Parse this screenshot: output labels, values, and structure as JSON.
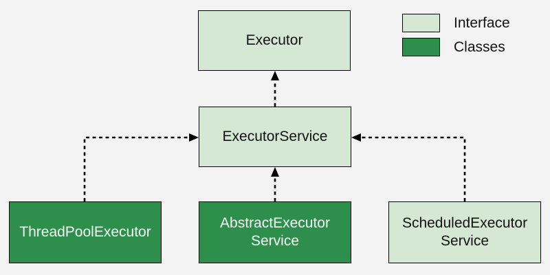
{
  "diagram": {
    "description": "Java Executor framework class hierarchy",
    "nodes": [
      {
        "id": "executor",
        "type": "interface",
        "lines": [
          "Executor"
        ]
      },
      {
        "id": "executor-service",
        "type": "interface",
        "lines": [
          "ExecutorService"
        ]
      },
      {
        "id": "thread-pool-executor",
        "type": "class",
        "lines": [
          "ThreadPoolExecutor"
        ]
      },
      {
        "id": "abstract-executor-service",
        "type": "class",
        "lines": [
          "AbstractExecutor",
          "Service"
        ]
      },
      {
        "id": "scheduled-executor-service",
        "type": "interface",
        "lines": [
          "ScheduledExecutor",
          "Service"
        ]
      }
    ],
    "edges": [
      {
        "from": "ExecutorService",
        "to": "Executor",
        "style": "dashed-arrow"
      },
      {
        "from": "AbstractExecutorService",
        "to": "ExecutorService",
        "style": "dashed-arrow"
      },
      {
        "from": "ThreadPoolExecutor",
        "to": "ExecutorService",
        "style": "dashed-arrow"
      },
      {
        "from": "ScheduledExecutorService",
        "to": "ExecutorService",
        "style": "dashed-arrow"
      }
    ],
    "legend": [
      {
        "label": "Interface",
        "color": "#d5e8d4"
      },
      {
        "label": "Classes",
        "color": "#2e8f4d"
      }
    ],
    "colors": {
      "background": "#f2f3f2",
      "interface_fill": "#d5e8d4",
      "class_fill": "#2e8f4d",
      "border": "#000000",
      "arrow": "#000000"
    }
  }
}
